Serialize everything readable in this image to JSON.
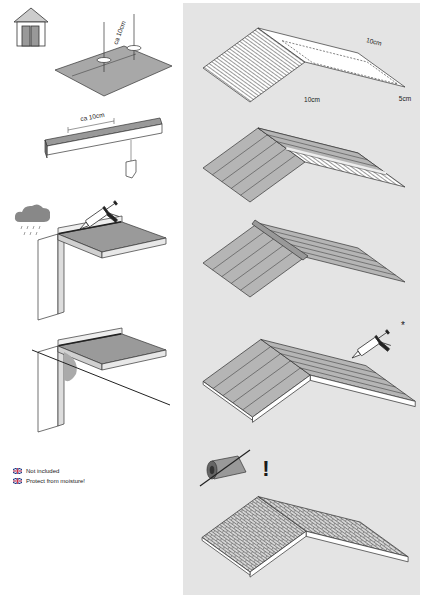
{
  "diagram": {
    "labels": [
      "ca 10cm",
      "ca 10cm",
      "Not included",
      "Protect from moisture!",
      "10cm",
      "5cm",
      "10cm",
      "*",
      "!"
    ]
  }
}
